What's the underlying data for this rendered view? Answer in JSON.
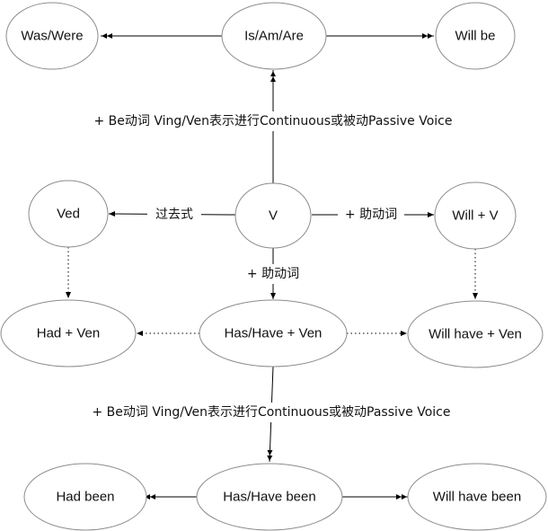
{
  "diagram": {
    "nodes": {
      "was_were": "Was/Were",
      "is_am_are": "Is/Am/Are",
      "will_be": "Will be",
      "ved": "Ved",
      "v": "V",
      "will_v": "Will + V",
      "had_ven": "Had + Ven",
      "has_have_ven": "Has/Have + Ven",
      "will_have_ven": "Will have + Ven",
      "had_been": "Had been",
      "has_have_been": "Has/Have been",
      "will_have_been": "Will have been"
    },
    "edge_labels": {
      "be_continuous_passive_top": "+ Be动词 Ving/Ven表示进行Continuous或被动Passive Voice",
      "past_tense": "过去式",
      "aux_verb_right": "+ 助动词",
      "aux_verb_down": "+ 助动词",
      "be_continuous_passive_bottom": "+ Be动词 Ving/Ven表示进行Continuous或被动Passive Voice"
    }
  }
}
